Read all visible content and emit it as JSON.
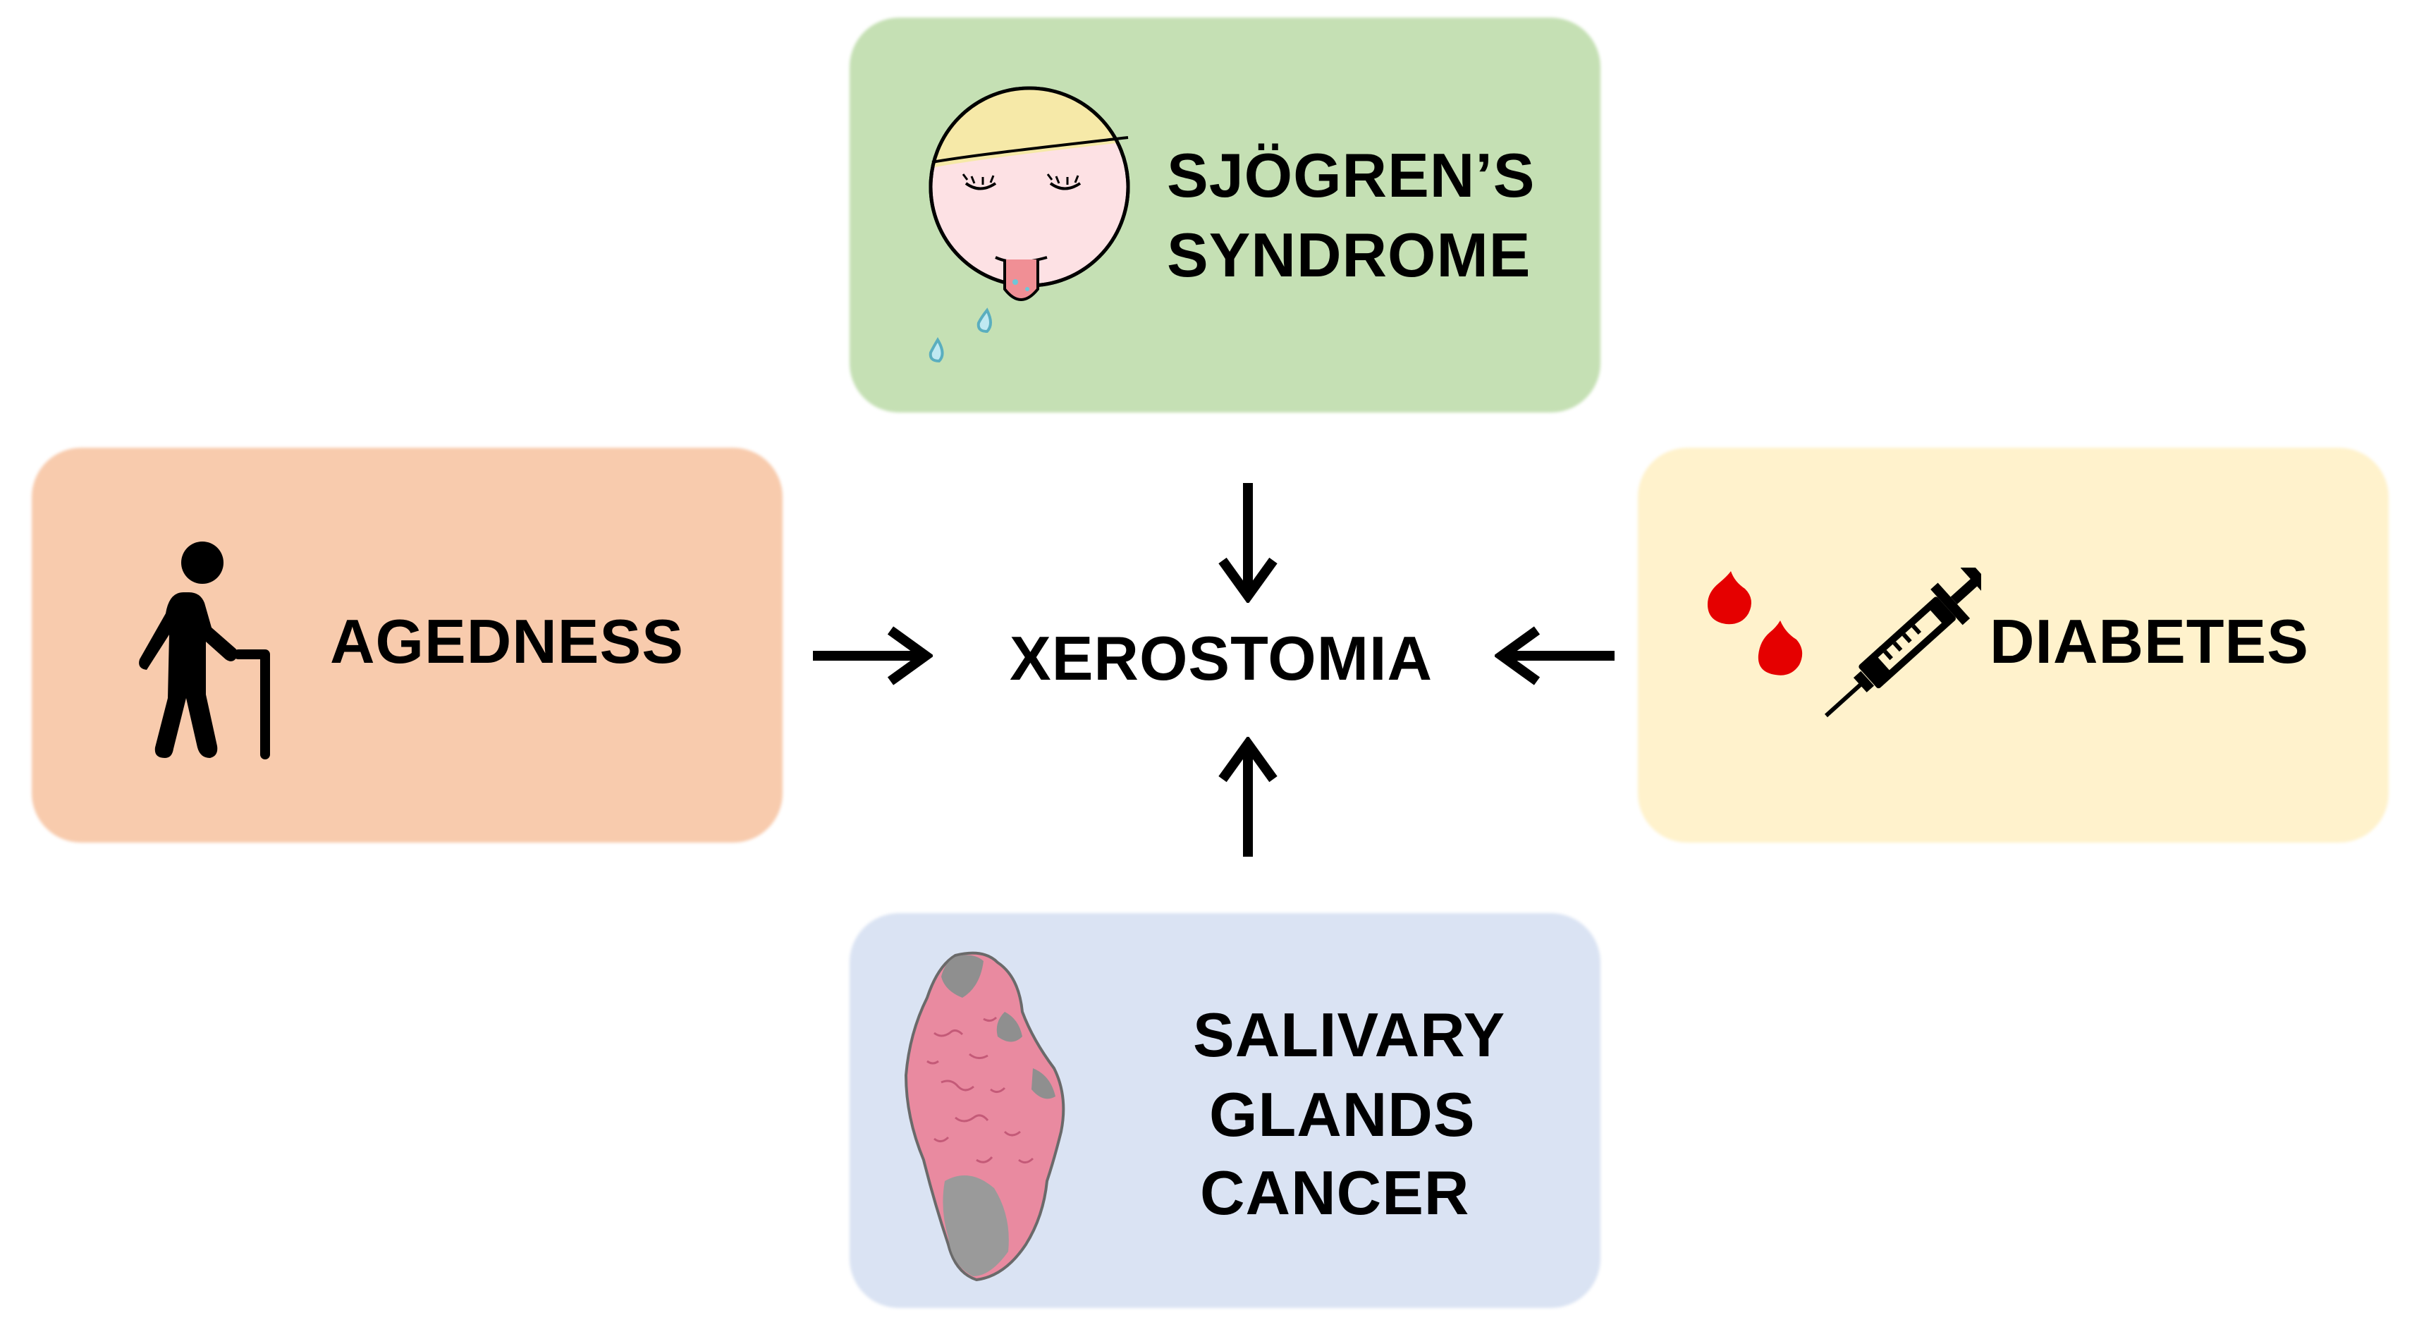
{
  "center": {
    "label": "XEROSTOMIA"
  },
  "causes": {
    "sjogren": {
      "line1": "SJÖGREN’S",
      "line2": "SYNDROME",
      "color": "#c5e0b4",
      "icon": "dry-mouth-face-icon"
    },
    "agedness": {
      "label": "AGEDNESS",
      "color": "#f8cbad",
      "icon": "elderly-person-with-cane-icon"
    },
    "diabetes": {
      "label": "DIABETES",
      "color": "#fff2cc",
      "icon": "blood-drops-and-syringe-icon"
    },
    "cancer": {
      "line1": "SALIVARY",
      "line2": "GLANDS",
      "line3": "CANCER",
      "color": "#dae3f3",
      "icon": "salivary-gland-tissue-icon"
    }
  },
  "arrows": {
    "color": "#000000"
  }
}
